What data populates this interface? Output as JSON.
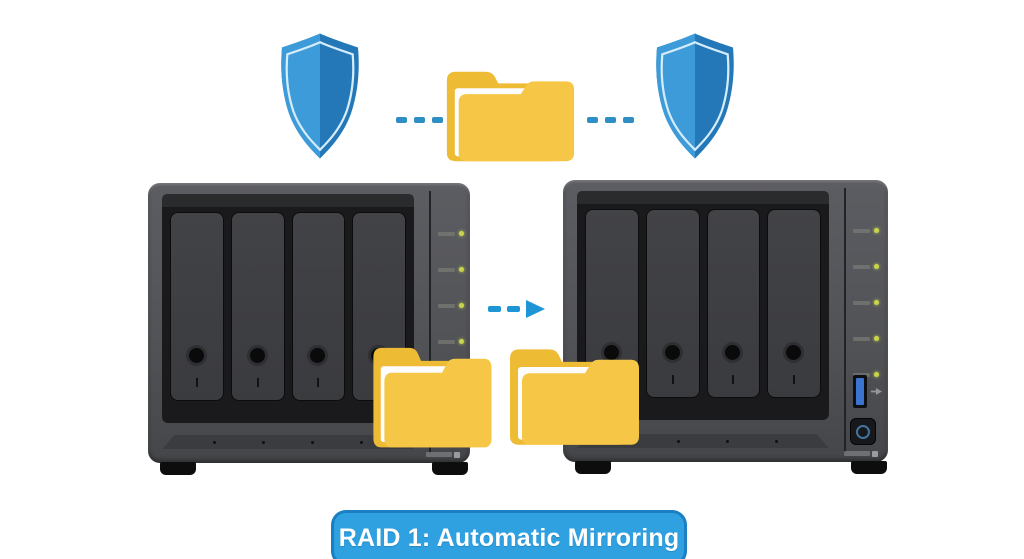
{
  "diagram": {
    "type": "raid-1-mirroring-illustration",
    "caption": {
      "text": "RAID 1: Automatic Mirroring"
    }
  },
  "devices": {
    "left_nas": {
      "drive_bays": 4,
      "led_indicators": 5
    },
    "right_nas": {
      "drive_bays": 4,
      "led_indicators": 5
    }
  },
  "icons": {
    "shields": "shield-icon",
    "folders": "folder-icon",
    "mirror_arrow": "arrow-right-icon",
    "usb": "usb-icon",
    "power": "power-icon"
  },
  "colors": {
    "background": "#FFFFFF",
    "shield_light": "#3D9BD9",
    "shield_dark": "#2478B7",
    "shield_outline": "#D5ECFA",
    "folder_front": "#F6C746",
    "folder_back": "#EEBB35",
    "folder_paper": "#FDFDFD",
    "arrow_blue": "#1E96D5",
    "connector_blue": "#2E8FC4",
    "caption_bg": "#2FA1E1",
    "caption_border": "#1A80C3",
    "caption_text": "#FFFFFF",
    "nas_body": "#55565B",
    "nas_bay_area": "#1A1A1C",
    "nas_bay": "#3E3F43",
    "led_green": "#C9D44D",
    "usb_blue": "#3B73D1"
  }
}
